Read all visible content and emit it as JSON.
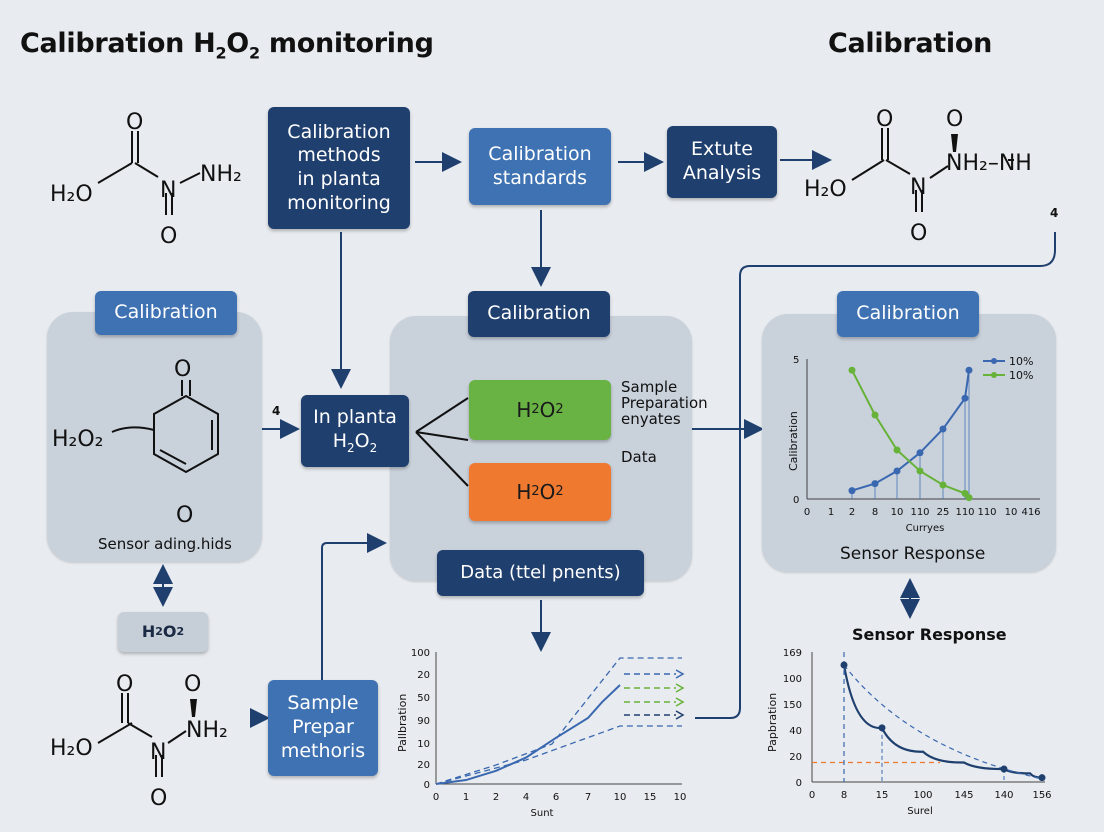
{
  "titles": {
    "main_prefix": "Calibration H",
    "main_sub1": "2",
    "main_mid": "O",
    "main_sub2": "2",
    "main_suffix": " monitoring",
    "right": "Calibration"
  },
  "boxes": {
    "methods": [
      "Calibration",
      "methods",
      "in planta",
      "monitoring"
    ],
    "standards": [
      "Calibration",
      "standards"
    ],
    "extute": [
      "Extute",
      "Analysis"
    ],
    "calib_left": "Calibration",
    "calib_center": "Calibration",
    "calib_right": "Calibration",
    "in_planta": [
      "In planta",
      "H",
      "2",
      "O",
      "2"
    ],
    "h2o2_green": [
      "H",
      "2",
      "O",
      "2"
    ],
    "h2o2_orange": [
      "H",
      "2",
      "O",
      "2"
    ],
    "h2o2_small": [
      "H",
      "2",
      "O",
      "2"
    ],
    "data_box": "Data (ttel pnents)",
    "sample_box": [
      "Sample",
      "Prepar",
      "methoris"
    ]
  },
  "labels": {
    "sample_prep": [
      "Sample",
      "Preparation",
      "enyates"
    ],
    "data": "Data",
    "sensor_adding": "Sensor ading.hids",
    "sensor_response_panel": "Sensor Response",
    "sensor_response_title": "Sensor Response",
    "num_4_left": "4",
    "num_4_right": "4"
  },
  "chem": {
    "h2o": "H₂O",
    "o": "O",
    "n": "N",
    "nh2": "NH₂",
    "nh2_nh": "NH₂–NH",
    "h2o2": "H₂O₂"
  },
  "chart_data": [
    {
      "type": "line",
      "ylabel": "Calibration",
      "xlabel": "Curryes",
      "x_ticks": [
        "0",
        "1",
        "2",
        "8",
        "10",
        "110",
        "25",
        "110",
        "110",
        "10",
        "416"
      ],
      "y_ticks": [
        "5",
        "0"
      ],
      "series": [
        {
          "name": "10%",
          "color": "#3a68b0",
          "values": [
            0.3,
            0.55,
            1.0,
            1.65,
            2.5,
            3.6,
            4.6
          ]
        },
        {
          "name": "10%",
          "color": "#67b238",
          "values": [
            4.6,
            3.0,
            1.75,
            1.0,
            0.5,
            0.2,
            0.05
          ]
        }
      ]
    },
    {
      "type": "line",
      "ylabel": "Pallbration",
      "xlabel": "Sunt",
      "x_ticks": [
        "0",
        "1",
        "2",
        "4",
        "6",
        "7",
        "10",
        "15",
        "10"
      ],
      "y_ticks": [
        "100",
        "20",
        "50",
        "90",
        "10",
        "20",
        "0"
      ],
      "series": [
        {
          "name": "",
          "color": "#3a68b0",
          "values": [
            0,
            0.03,
            0.1,
            0.2,
            0.35,
            0.5,
            0.62,
            0.75
          ]
        }
      ]
    },
    {
      "type": "line",
      "ylabel": "Papbration",
      "xlabel": "Surel",
      "x_ticks": [
        "0",
        "8",
        "15",
        "100",
        "145",
        "140",
        "156"
      ],
      "y_ticks": [
        "169",
        "100",
        "150",
        "40",
        "20",
        "0"
      ],
      "series": [
        {
          "name": "",
          "color": "#1f3f6e",
          "values": [
            108,
            50,
            28,
            18,
            12,
            8,
            4
          ]
        }
      ]
    }
  ],
  "colors": {
    "navy": "#1f3f6e",
    "mid_blue": "#3f72b2",
    "green": "#69b344",
    "orange": "#ef7a2f",
    "panel": "#c9d1db",
    "background": "#e8ebef"
  }
}
